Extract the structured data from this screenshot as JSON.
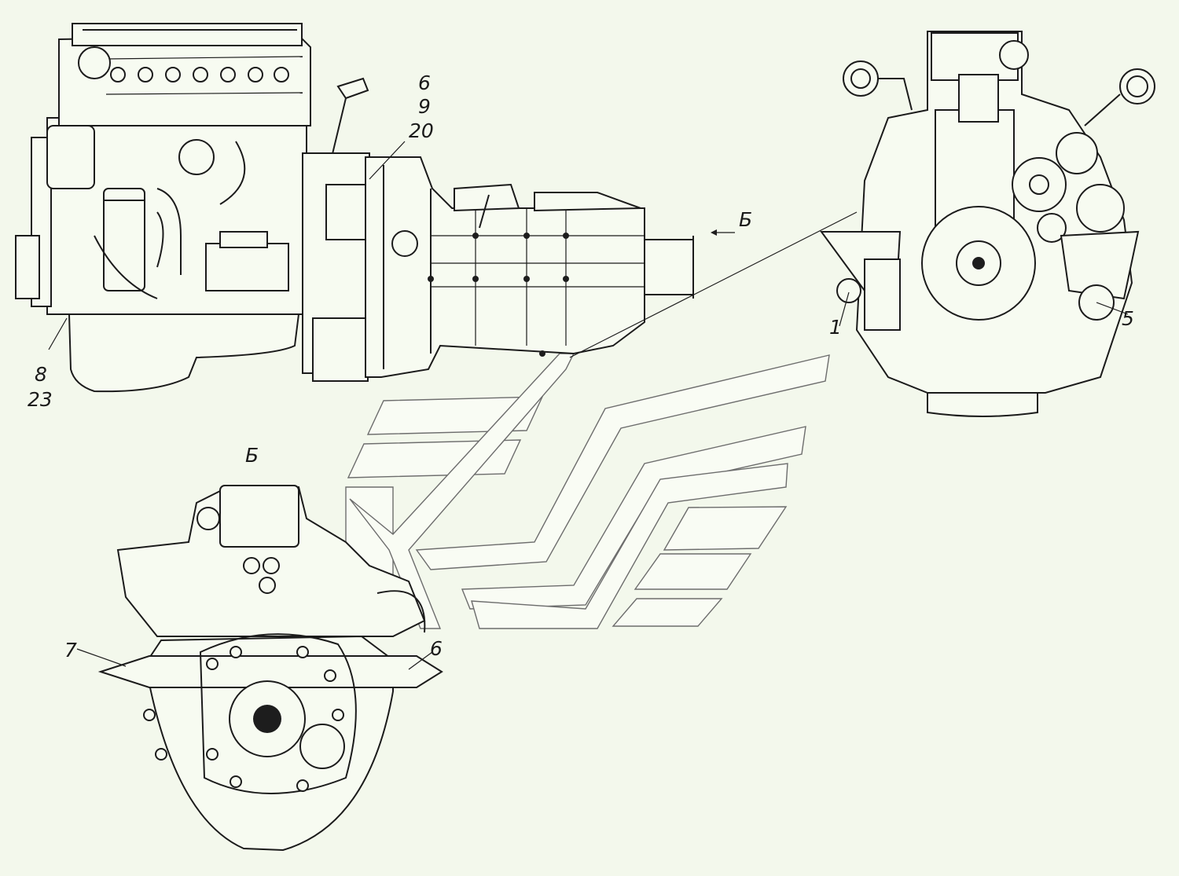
{
  "callouts": {
    "top_group": [
      "6",
      "9",
      "20"
    ],
    "bottom_left_group": [
      "8",
      "23"
    ],
    "right_one": "1",
    "right_five": "5",
    "bottom_seven": "7",
    "bottom_six": "6"
  },
  "view_marks": {
    "arrow_label": "Б",
    "view_title": "Б"
  },
  "colors": {
    "background": "#f3f8ec",
    "line": "#1b1b1b",
    "band_outline": "#6d6d6d"
  }
}
